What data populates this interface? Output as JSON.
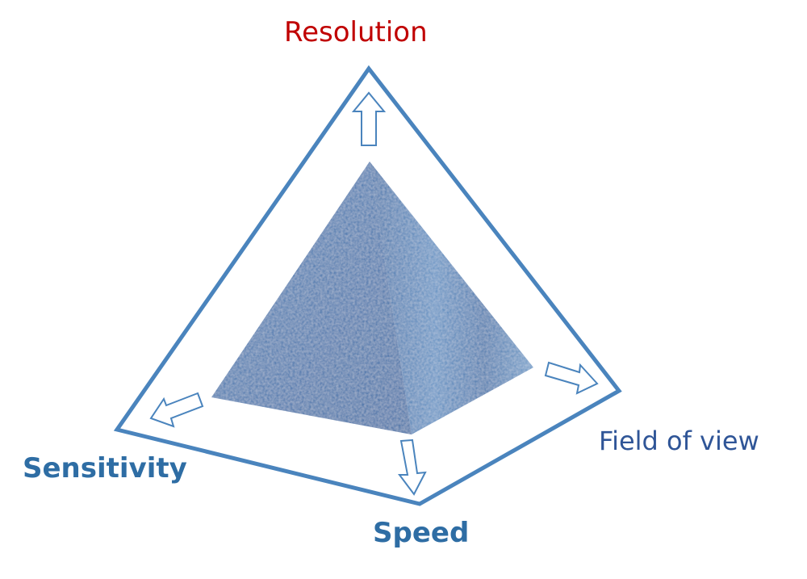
{
  "labels": {
    "resolution": "Resolution",
    "sensitivity": "Sensitivity",
    "speed": "Speed",
    "field_of_view": "Field of view"
  },
  "colors": {
    "frame": "#4a84bd",
    "pyramid_dark": "#3a6fa8",
    "pyramid_light": "#6f9cc8",
    "resolution_text": "#c00000",
    "axis_text": "#2e6da4",
    "fov_text": "#2f5597"
  }
}
